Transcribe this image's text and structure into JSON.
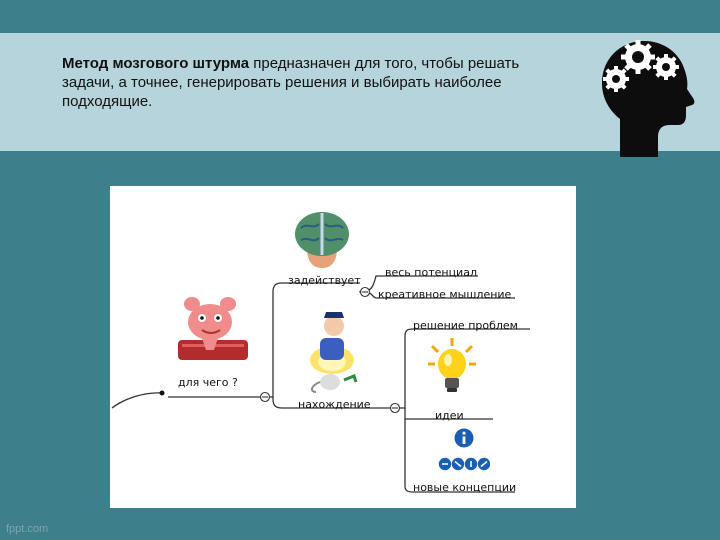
{
  "intro": {
    "bold": "Метод мозгового штурма",
    "rest": " предназначен для того, чтобы решать задачи, а точнее, генерировать решения и выбирать наиболее подходящие."
  },
  "mindmap": {
    "root": "для чего ?",
    "uses": "задействует",
    "potential": "весь потенциал",
    "creative": "креативное мышление",
    "finding": "нахождение",
    "problem_solving": "решение проблем",
    "ideas": "идеи",
    "concepts": "новые концепции"
  },
  "watermark": "fppt.com",
  "colors": {
    "background": "#3e7f8c",
    "banner": "#b6d4dc",
    "accent_blue": "#1a5fb4"
  }
}
